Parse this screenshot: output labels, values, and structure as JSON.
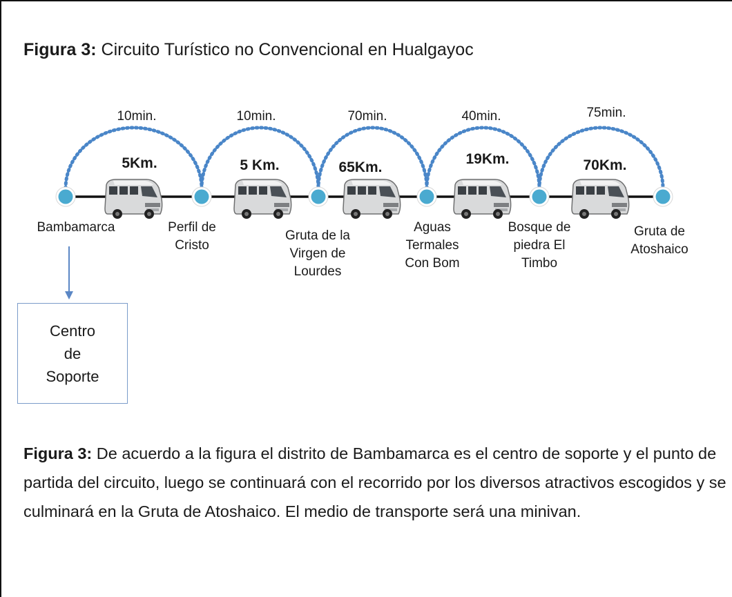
{
  "title": {
    "prefix": "Figura 3:",
    "text": " Circuito Turístico no Convencional en Hualgayoc"
  },
  "stops": [
    {
      "label": "Bambamarca"
    },
    {
      "label": "Perfil de\nCristo"
    },
    {
      "label": "Gruta de la\nVirgen de\nLourdes"
    },
    {
      "label": "Aguas\nTermales\nCon Bom"
    },
    {
      "label": "Bosque de\npiedra El\nTimbo"
    },
    {
      "label": "Gruta de\nAtoshaico"
    }
  ],
  "segments": [
    {
      "time": "10min.",
      "distance": "5Km."
    },
    {
      "time": "10min.",
      "distance": "5 Km."
    },
    {
      "time": "70min.",
      "distance": "65Km."
    },
    {
      "time": "40min.",
      "distance": "19Km."
    },
    {
      "time": "75min.",
      "distance": "70Km."
    }
  ],
  "support": {
    "label": "Centro\nde\nSoporte"
  },
  "caption": {
    "prefix": "Figura 3:",
    "text": " De acuerdo a la figura el distrito de Bambamarca es el centro de soporte y el punto de partida del circuito, luego se continuará con el recorrido por los diversos atractivos escogidos y se culminará en la Gruta de Atoshaico. El medio de transporte será una minivan."
  },
  "colors": {
    "node": "#4aaad0",
    "arc": "#4a86c8",
    "line": "#111111",
    "arrow": "#5b87c5"
  }
}
